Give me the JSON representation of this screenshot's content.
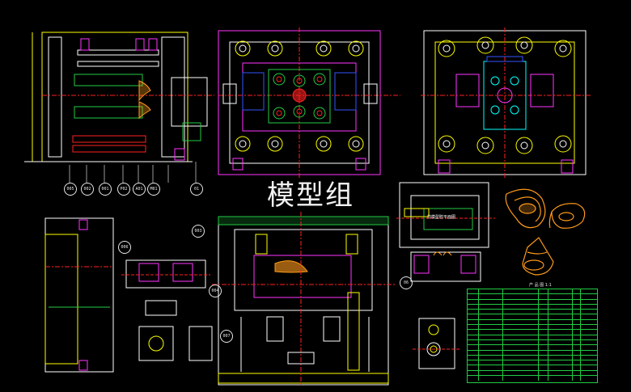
{
  "title": "模型组",
  "balloons": [
    "005",
    "002",
    "001",
    "P02",
    "A01",
    "M01",
    "01",
    "006",
    "003",
    "004",
    "007",
    "06"
  ],
  "window_label": "前模型腔平面图",
  "caption": "产 品 图  1:1",
  "bom_rows": [
    [
      "",
      "",
      "",
      "",
      "",
      "",
      ""
    ],
    [
      "",
      "",
      "",
      "",
      "",
      "",
      ""
    ],
    [
      "",
      "",
      "",
      "",
      "",
      "",
      ""
    ],
    [
      "",
      "",
      "",
      "",
      "",
      "",
      ""
    ],
    [
      "",
      "",
      "",
      "",
      "",
      "",
      ""
    ],
    [
      "",
      "",
      "",
      "",
      "",
      "",
      ""
    ],
    [
      "",
      "",
      "",
      "",
      "",
      "",
      ""
    ],
    [
      "",
      "",
      "",
      "",
      "",
      "",
      ""
    ],
    [
      "",
      "",
      "",
      "",
      "",
      "",
      ""
    ],
    [
      "",
      "",
      "",
      "",
      "",
      "",
      ""
    ],
    [
      "",
      "",
      "",
      "",
      "",
      "",
      ""
    ],
    [
      "",
      "",
      "",
      "",
      "",
      "",
      ""
    ],
    [
      "",
      "",
      "",
      "",
      "",
      "",
      ""
    ],
    [
      "",
      "",
      "",
      "",
      "",
      "",
      ""
    ],
    [
      "",
      "",
      "",
      "",
      "",
      "",
      ""
    ],
    [
      "",
      "",
      "",
      "",
      "",
      "",
      ""
    ],
    [
      "",
      "",
      "",
      "",
      "",
      "",
      ""
    ],
    [
      "",
      "",
      "",
      "",
      "",
      "",
      ""
    ]
  ],
  "colors": {
    "background": "#000000",
    "white": "#ffffff",
    "yellow": "#ffff00",
    "magenta": "#ff33ff",
    "cyan": "#00ffff",
    "green": "#22cc44",
    "red": "#ff2020",
    "blue": "#3355ff",
    "orange": "#ff9a1a"
  }
}
